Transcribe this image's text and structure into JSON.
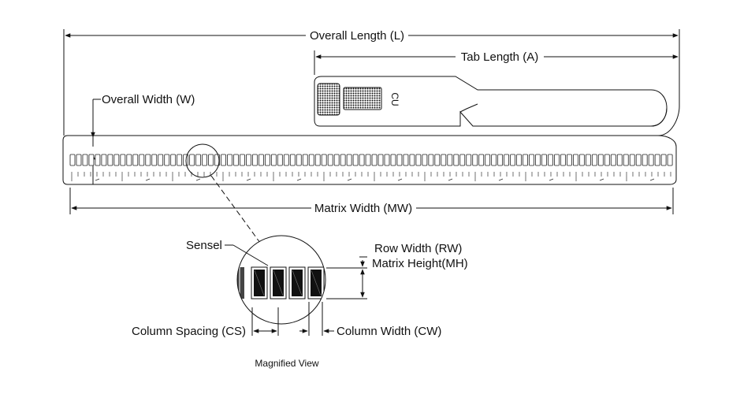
{
  "labels": {
    "overall_length": "Overall Length (L)",
    "tab_length": "Tab Length (A)",
    "overall_width": "Overall Width (W)",
    "matrix_width": "Matrix Width (MW)",
    "sensel": "Sensel",
    "row_width": "Row Width (RW)",
    "matrix_height": "Matrix Height(MH)",
    "column_spacing": "Column Spacing (CS)",
    "column_width": "Column Width (CW)",
    "magnified_view": "Magnified View"
  },
  "tab_logo_text": "CU",
  "colors": {
    "line": "#111111",
    "sensel_fill": "#111111",
    "background": "#ffffff"
  }
}
